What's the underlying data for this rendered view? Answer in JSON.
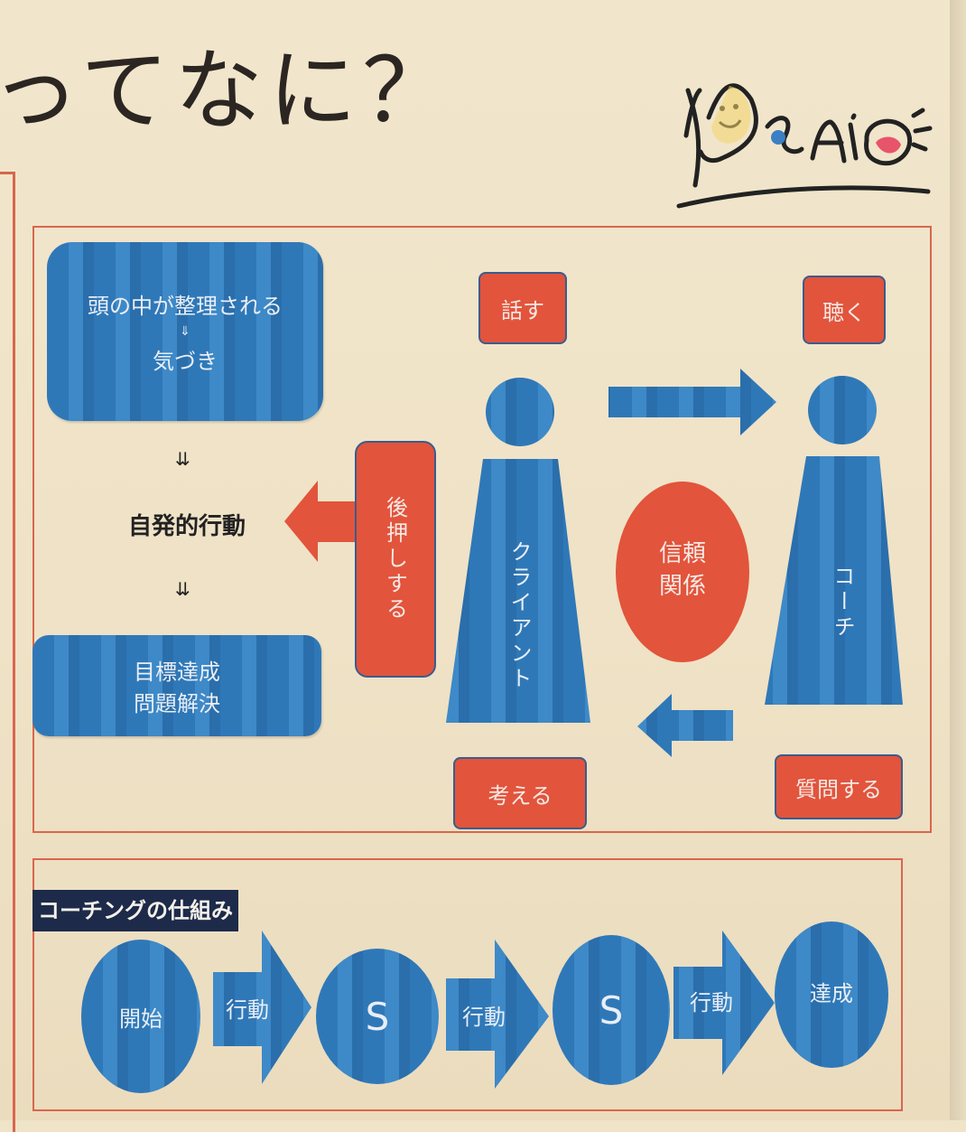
{
  "heading": "ってなに？",
  "signature": "Asai",
  "diagram": {
    "top_box": {
      "line1": "頭の中が整理される",
      "arrow": "⇓",
      "line2": "気づき"
    },
    "arrow1": "⇊",
    "spontaneous": "自発的行動",
    "arrow2": "⇊",
    "goal_box": {
      "line1": "目標達成",
      "line2": "問題解決"
    },
    "push_label": "後押しする",
    "talk_label": "話す",
    "listen_label": "聴く",
    "think_label": "考える",
    "question_label": "質問する",
    "client_label": "クライアント",
    "coach_label": "コーチ",
    "trust_label": {
      "line1": "信頼",
      "line2": "関係"
    }
  },
  "mechanism": {
    "title": "コーチングの仕組み",
    "start": "開始",
    "action1": "行動",
    "s1": "S",
    "action2": "行動",
    "s2": "S",
    "action3": "行動",
    "achieve": "達成"
  },
  "colors": {
    "blue": "#2f78b8",
    "red": "#e2543c",
    "paper": "#f1e6cc",
    "navy": "#1d2a4a"
  }
}
